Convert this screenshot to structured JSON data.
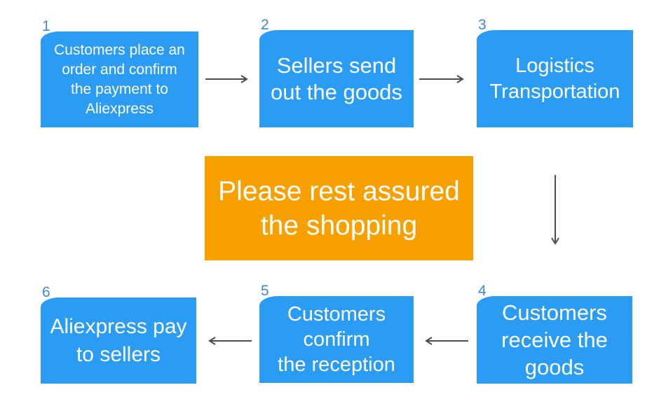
{
  "colors": {
    "box_blue": "#2B9CF3",
    "banner_orange": "#F7A000",
    "step_number_blue": "#3B8AD9",
    "arrow_gray": "#4D4D4D",
    "text_white": "#FFFFFF",
    "background": "#FFFFFF"
  },
  "steps": [
    {
      "number": "1",
      "text": "Customers place an\norder and confirm\nthe payment to\nAliexpress"
    },
    {
      "number": "2",
      "text": "Sellers send\nout the goods"
    },
    {
      "number": "3",
      "text": "Logistics\nTransportation"
    },
    {
      "number": "4",
      "text": "Customers\nreceive the\ngoods"
    },
    {
      "number": "5",
      "text": "Customers\nconfirm\nthe reception"
    },
    {
      "number": "6",
      "text": "Aliexpress pay\nto sellers"
    }
  ],
  "banner": {
    "text": "Please rest assured\nthe shopping"
  }
}
